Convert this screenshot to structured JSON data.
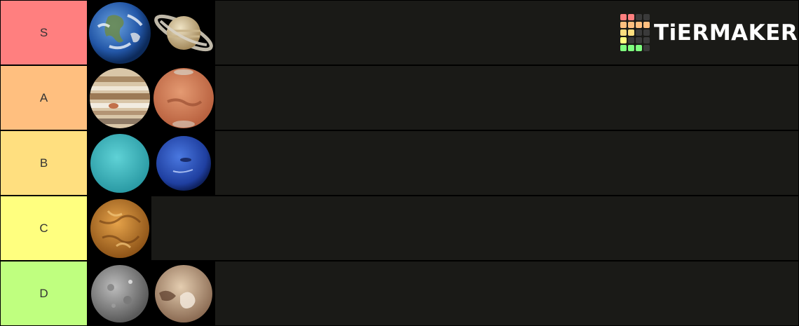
{
  "logo": {
    "text": "TiERMAKER"
  },
  "tiers": [
    {
      "label": "S",
      "color": "#ff7f7f",
      "items": [
        {
          "name": "Earth",
          "icon": "earth-icon"
        },
        {
          "name": "Saturn",
          "icon": "saturn-icon"
        }
      ]
    },
    {
      "label": "A",
      "color": "#ffbf7f",
      "items": [
        {
          "name": "Jupiter",
          "icon": "jupiter-icon"
        },
        {
          "name": "Mars",
          "icon": "mars-icon"
        }
      ]
    },
    {
      "label": "B",
      "color": "#ffdf7f",
      "items": [
        {
          "name": "Uranus",
          "icon": "uranus-icon"
        },
        {
          "name": "Neptune",
          "icon": "neptune-icon"
        }
      ]
    },
    {
      "label": "C",
      "color": "#ffff7f",
      "items": [
        {
          "name": "Venus",
          "icon": "venus-icon"
        }
      ]
    },
    {
      "label": "D",
      "color": "#bfff7f",
      "items": [
        {
          "name": "Mercury",
          "icon": "mercury-icon"
        },
        {
          "name": "Pluto",
          "icon": "pluto-icon"
        }
      ]
    }
  ]
}
